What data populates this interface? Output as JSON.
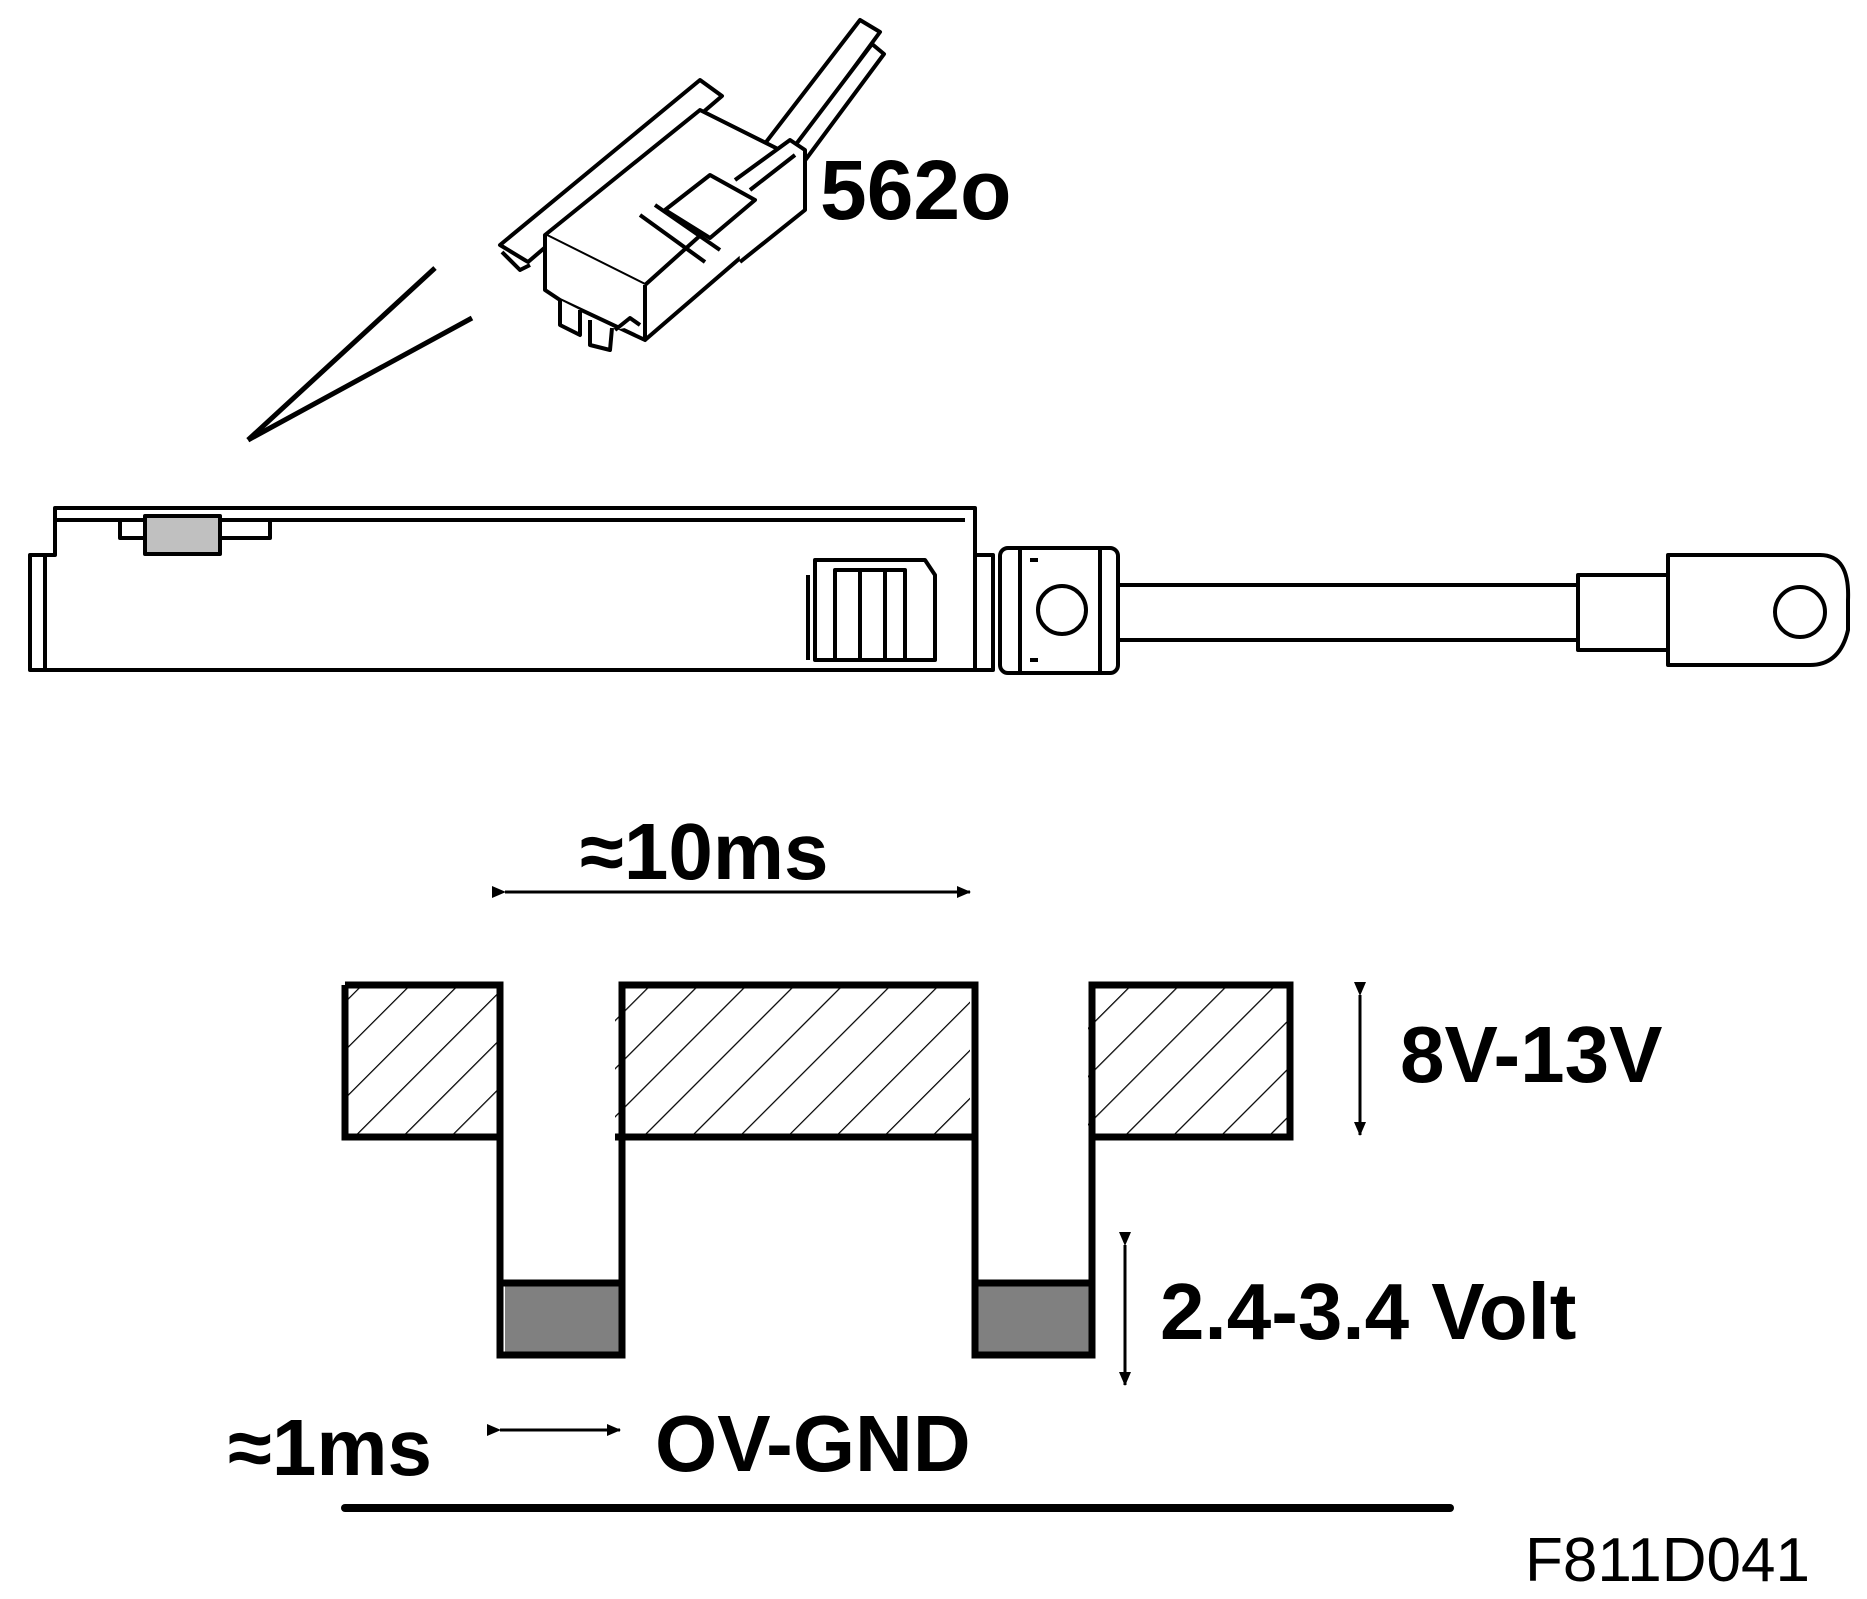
{
  "labels": {
    "connector": "562o",
    "period": "≈10ms",
    "high_level": "8V-13V",
    "low_level": "2.4-3.4 Volt",
    "pulse_width": "≈1ms",
    "ground": "OV-GND",
    "figure_id": "F811D041"
  },
  "colors": {
    "line": "#000000",
    "shade": "#808080",
    "light_shade": "#c0c0c0",
    "background": "#ffffff"
  }
}
